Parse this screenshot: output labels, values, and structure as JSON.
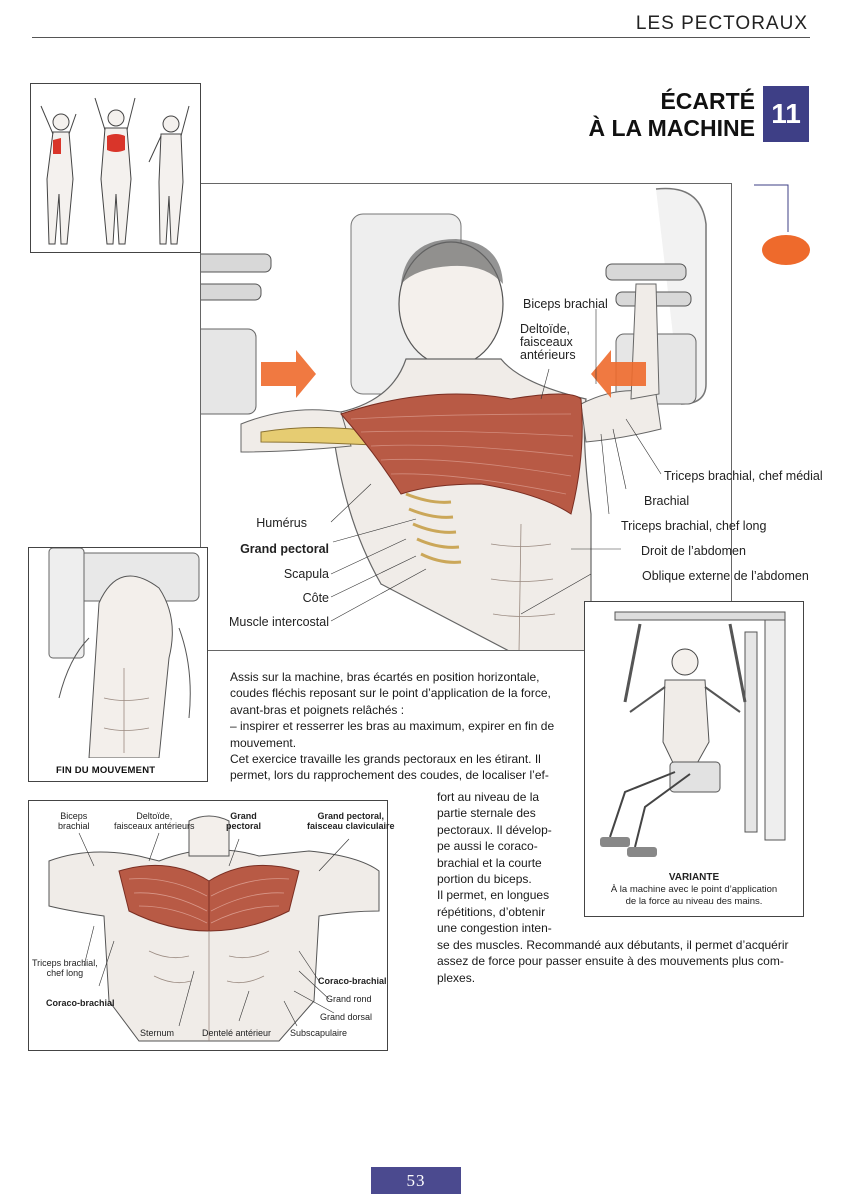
{
  "header": {
    "section": "LES PECTORAUX"
  },
  "title": {
    "line1": "ÉCARTÉ",
    "line2": "À LA MACHINE",
    "number": "11"
  },
  "colors": {
    "accent": "#3e3f86",
    "orange": "#ee6a2c",
    "muscle": "#b85a45",
    "muscle_highlight": "#d9352a"
  },
  "main_labels": {
    "biceps": "Biceps brachial",
    "deltoide_1": "Deltoïde,",
    "deltoide_2": "faisceaux",
    "deltoide_3": "antérieurs",
    "triceps_medial": "Triceps brachial, chef médial",
    "brachial": "Brachial",
    "triceps_long": "Triceps brachial, chef long",
    "droit": "Droit de l’abdomen",
    "oblique": "Oblique externe de l’abdomen",
    "humerus": "Humérus",
    "grand_pectoral": "Grand pectoral",
    "scapula": "Scapula",
    "cote": "Côte",
    "intercostal": "Muscle intercostal"
  },
  "fin_caption": "FIN DU MOUVEMENT",
  "variante": {
    "title": "VARIANTE",
    "line1": "À la machine avec le point d’application",
    "line2": "de la force au niveau des mains."
  },
  "body_text": {
    "p1_l1": "Assis sur la machine, bras écartés en position horizontale,",
    "p1_l2": "coudes fléchis reposant sur le point d’application de la force,",
    "p1_l3": "avant-bras et poignets relâchés :",
    "p2_l1": "– inspirer et resserrer les bras au maximum, expirer en fin de",
    "p2_l2": "mouvement.",
    "p3_l1": "Cet exercice travaille les grands pectoraux en les étirant. Il",
    "p3_l2": "permet, lors du rapprochement des coudes, de localiser l’ef-",
    "col": [
      "fort au niveau de la",
      "partie sternale des",
      "pectoraux. Il dévelop-",
      "pe aussi le coraco-",
      "brachial et la courte",
      "portion du biceps.",
      "Il permet, en longues"
    ],
    "tail_l1": "répétitions, d’obtenir",
    "tail_l2": "une congestion inten-",
    "tail_l3": "se des muscles. Recommandé aux débutants, il permet d’acquérir",
    "tail_l4": "assez de force pour passer ensuite à des mouvements plus com-",
    "tail_l5": "plexes."
  },
  "anatomy_labels": {
    "biceps_1": "Biceps",
    "biceps_2": "brachial",
    "deltoide_1": "Deltoïde,",
    "deltoide_2": "faisceaux antérieurs",
    "gp_1": "Grand",
    "gp_2": "pectoral",
    "gpc_1": "Grand pectoral,",
    "gpc_2": "faisceau claviculaire",
    "triceps_1": "Triceps brachial,",
    "triceps_2": "chef long",
    "coraco_left": "Coraco-brachial",
    "coraco_right": "Coraco-brachial",
    "grand_rond": "Grand rond",
    "grand_dorsal": "Grand dorsal",
    "sternum": "Sternum",
    "dentele": "Dentelé antérieur",
    "subscap": "Subscapulaire"
  },
  "page_number": "53"
}
